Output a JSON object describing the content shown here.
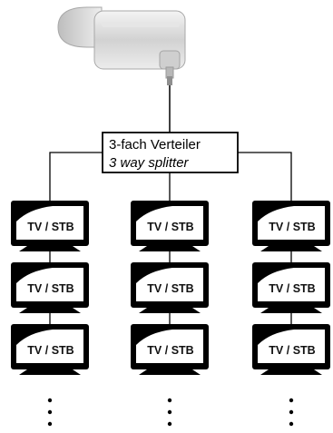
{
  "splitter": {
    "label_de": "3-fach Verteiler",
    "label_en": "3 way splitter"
  },
  "devices": {
    "label": "TV / STB",
    "columns": 3,
    "rows": 3
  },
  "continuation": {
    "symbol": "⋮"
  },
  "colors": {
    "line": "#000000",
    "screen": "#ffffff",
    "frame": "#000000",
    "lnb_body": "#d9d9d9"
  },
  "icons": {
    "lnb": "satellite-lnb-icon",
    "tv": "tv-monitor-icon"
  }
}
